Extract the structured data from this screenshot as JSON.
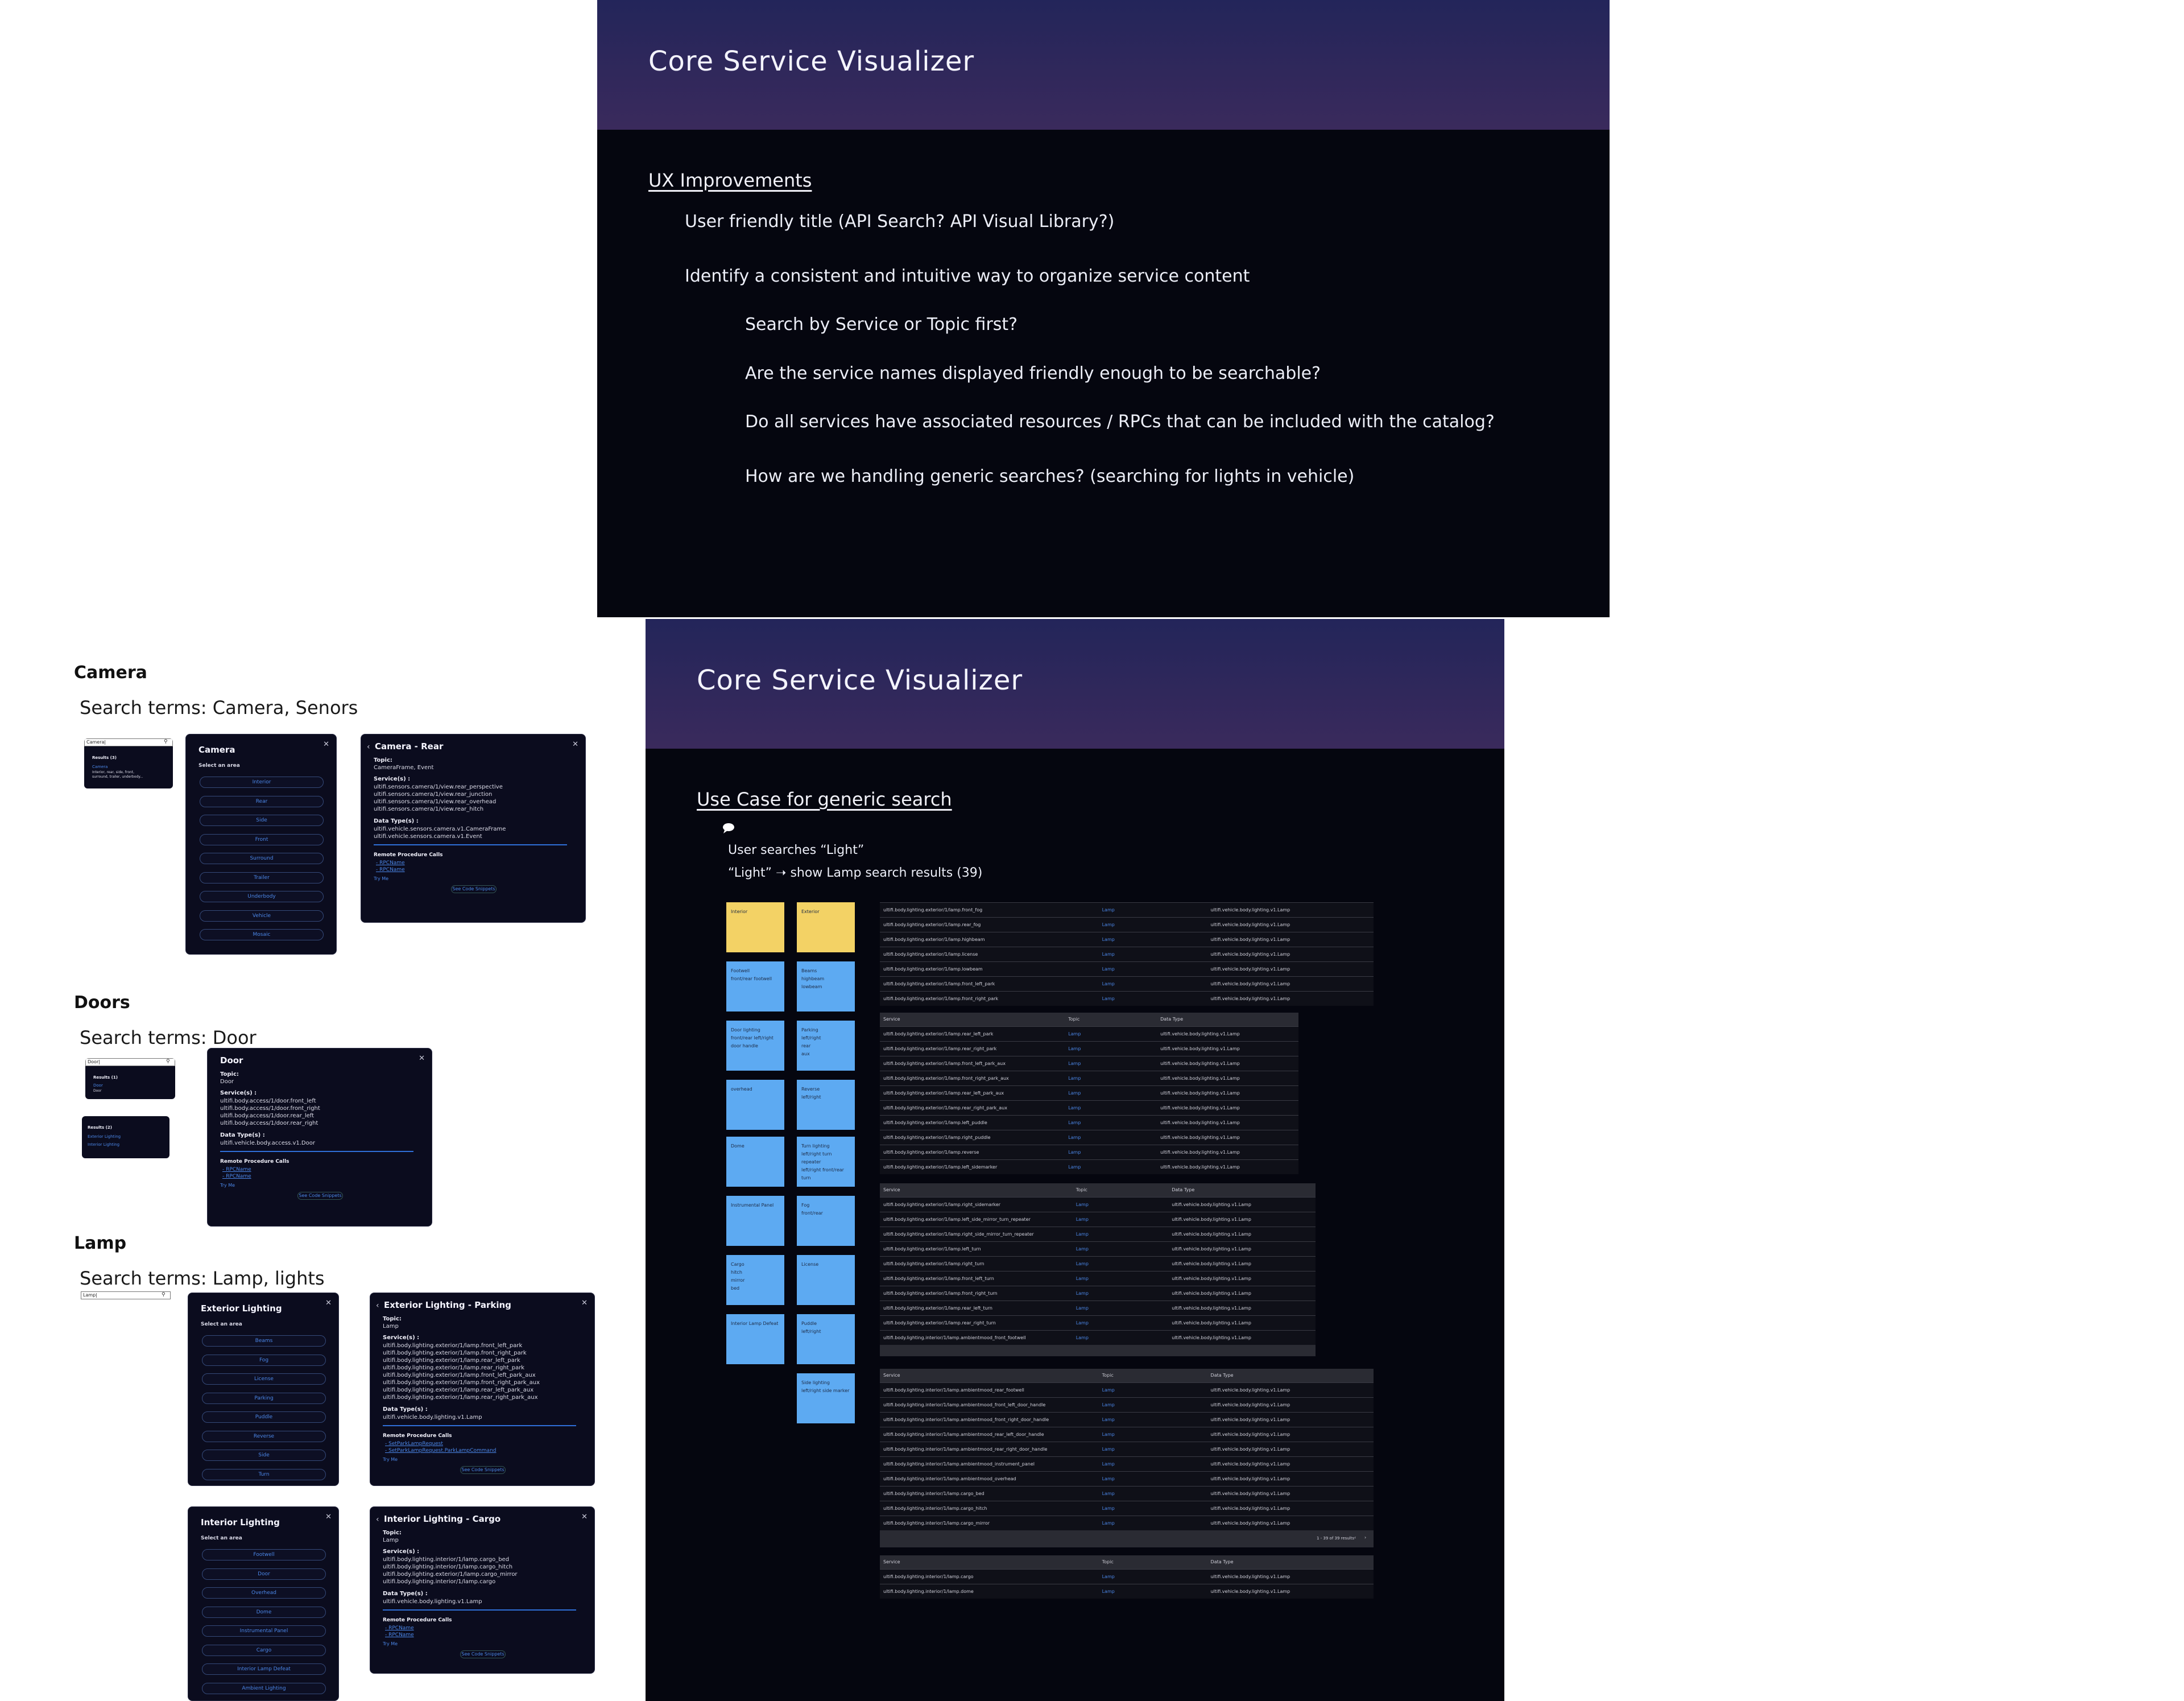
{
  "slide1": {
    "title": "Core Service Visualizer",
    "heading": "UX Improvements",
    "items": [
      "User friendly title (API Search? API Visual Library?)",
      "Identify a consistent and intuitive way to organize service content",
      "Search by Service or Topic first?",
      "Are the service names displayed friendly enough to be searchable?",
      "Do all services have associated resources / RPCs that can be included with the catalog?",
      "How are we handling generic searches? (searching for lights in vehicle)"
    ]
  },
  "slide2": {
    "title": "Core Service Visualizer",
    "heading": "Use Case for generic search",
    "bubble_icon": "speech-bubble-icon",
    "line1": "User searches “Light”",
    "line2": "“Light” ➝ show Lamp search results (39)"
  },
  "colors": {
    "yellow_sticky": "#f3d265",
    "blue_sticky": "#5daaf2",
    "link_blue": "#4b87e8",
    "header_gradient": "#23255a"
  },
  "camera": {
    "heading": "Camera",
    "terms": "Search terms: Camera, Senors",
    "search": {
      "value": "Camera|",
      "results": "Results (3)",
      "r1": "Camera",
      "r2": "Interior, rear, side, front,",
      "r3": "surround, trailer, underbody..."
    },
    "panel": {
      "title": "Camera",
      "sub": "Select an area",
      "pills": [
        "Interior",
        "Rear",
        "Side",
        "Front",
        "Surround",
        "Trailer",
        "Underbody",
        "Vehicle",
        "Mosaic"
      ]
    },
    "detail": {
      "title": "Camera - Rear",
      "topic_label": "Topic:",
      "topic": "CameraFrame, Event",
      "services_label": "Service(s) :",
      "services": [
        "ultifi.sensors.camera/1/view.rear_perspective",
        "ultifi.sensors.camera/1/view.rear_junction",
        "ultifi.sensors.camera/1/view.rear_overhead",
        "ultifi.sensors.camera/1/view.rear_hitch"
      ],
      "types_label": "Data Type(s) :",
      "types": [
        "ultifi.vehicle.sensors.camera.v1.CameraFrame",
        "ultifi.vehicle.sensors.camera.v1.Event"
      ],
      "rpc_label": "Remote Procedure Calls",
      "rpcs": [
        "- RPCName",
        "- RPCName"
      ],
      "try": "Try Me",
      "snippet": "See Code Snippets"
    }
  },
  "doors": {
    "heading": "Doors",
    "terms": "Search terms: Door",
    "search": {
      "value": "Door|",
      "results": "Results (1)",
      "r1": "Door",
      "r2": "Door"
    },
    "search2": {
      "results": "Results (2)",
      "r1": "Exterior Lighting",
      "r2": "Interior Lighting"
    },
    "detail": {
      "title": "Door",
      "topic_label": "Topic:",
      "topic": "Door",
      "services_label": "Service(s) :",
      "services": [
        "ultifi.body.access/1/door.front_left",
        "ultifi.body.access/1/door.front_right",
        "ultifi.body.access/1/door.rear_left",
        "ultifi.body.access/1/door.rear_right"
      ],
      "types_label": "Data Type(s) :",
      "types": [
        "ultifi.vehicle.body.access.v1.Door"
      ],
      "rpc_label": "Remote Procedure Calls",
      "rpcs": [
        "- RPCName",
        "- RPCName"
      ],
      "try": "Try Me",
      "snippet": "See Code Snippets"
    }
  },
  "lamp": {
    "heading": "Lamp",
    "terms": "Search terms: Lamp, lights",
    "search": {
      "value": "Lamp|"
    },
    "ext_panel": {
      "title": "Exterior Lighting",
      "sub": "Select an area",
      "pills": [
        "Beams",
        "Fog",
        "License",
        "Parking",
        "Puddle",
        "Reverse",
        "Side",
        "Turn"
      ]
    },
    "ext_detail": {
      "title": "Exterior Lighting - Parking",
      "topic_label": "Topic:",
      "topic": "Lamp",
      "services_label": "Service(s) :",
      "services": [
        "ultifi.body.lighting.exterior/1/lamp.front_left_park",
        "ultifi.body.lighting.exterior/1/lamp.front_right_park",
        "ultifi.body.lighting.exterior/1/lamp.rear_left_park",
        "ultifi.body.lighting.exterior/1/lamp.rear_right_park",
        "ultifi.body.lighting.exterior/1/lamp.front_left_park_aux",
        "ultifi.body.lighting.exterior/1/lamp.front_right_park_aux",
        "ultifi.body.lighting.exterior/1/lamp.rear_left_park_aux",
        "ultifi.body.lighting.exterior/1/lamp.rear_right_park_aux"
      ],
      "types_label": "Data Type(s) :",
      "types": [
        "ultifi.vehicle.body.lighting.v1.Lamp"
      ],
      "rpc_label": "Remote Procedure Calls",
      "rpcs": [
        "- SetParkLampRequest",
        "- SetParkLampRequest.ParkLampCommand"
      ],
      "try": "Try Me",
      "snippet": "See Code Snippets"
    },
    "int_panel": {
      "title": "Interior Lighting",
      "sub": "Select an area",
      "pills": [
        "Footwell",
        "Door",
        "Overhead",
        "Dome",
        "Instrumental Panel",
        "Cargo",
        "Interior Lamp Defeat",
        "Ambient Lighting"
      ]
    },
    "int_detail": {
      "title": "Interior Lighting - Cargo",
      "topic_label": "Topic:",
      "topic": "Lamp",
      "services_label": "Service(s) :",
      "services": [
        "ultifi.body.lighting.interior/1/lamp.cargo_bed",
        "ultifi.body.lighting.interior/1/lamp.cargo_hitch",
        "ultifi.body.lighting.exterior/1/lamp.cargo_mirror",
        "ultifi.body.lighting.interior/1/lamp.cargo"
      ],
      "types_label": "Data Type(s) :",
      "types": [
        "ultifi.vehicle.body.lighting.v1.Lamp"
      ],
      "rpc_label": "Remote Procedure Calls",
      "rpcs": [
        "- RPCName",
        "- RPCName"
      ],
      "try": "Try Me",
      "snippet": "See Code Snippets"
    }
  },
  "stickies": {
    "left": [
      {
        "text": "Interior",
        "color": "yellow"
      },
      {
        "text": "Footwell\nfront/rear footwell",
        "color": "blue"
      },
      {
        "text": "Door lighting\nfront/rear left/right\ndoor handle",
        "color": "blue"
      },
      {
        "text": "overhead",
        "color": "blue"
      },
      {
        "text": "Dome",
        "color": "blue"
      },
      {
        "text": "Instrumental Panel",
        "color": "blue"
      },
      {
        "text": "Cargo\nhitch\nmirror\nbed",
        "color": "blue"
      },
      {
        "text": "Interior Lamp Defeat",
        "color": "blue"
      }
    ],
    "right": [
      {
        "text": "Exterior",
        "color": "yellow"
      },
      {
        "text": "Beams\nhighbeam\nlowbeam",
        "color": "blue"
      },
      {
        "text": "Parking\nleft/right\nrear\naux",
        "color": "blue"
      },
      {
        "text": "Reverse\nleft/right",
        "color": "blue"
      },
      {
        "text": "Turn lighting\nleft/right turn repeater\nleft/right front/rear turn",
        "color": "blue"
      },
      {
        "text": "Fog\nfront/rear",
        "color": "blue"
      },
      {
        "text": "License",
        "color": "blue"
      },
      {
        "text": "Puddle\nleft/right",
        "color": "blue"
      },
      {
        "text": "Side lighting\nleft/right side marker",
        "color": "blue"
      }
    ]
  },
  "table_headers": [
    "Service",
    "Topic",
    "Data Type"
  ],
  "topic_value": "Lamp",
  "type_value": "ultifi.vehicle.body.lighting.v1.Lamp",
  "pagination": "1 - 39 of 39 results",
  "tables": [
    {
      "header": false,
      "rows": [
        "ultifi.body.lighting.exterior/1/lamp.front_fog",
        "ultifi.body.lighting.exterior/1/lamp.rear_fog",
        "ultifi.body.lighting.exterior/1/lamp.highbeam",
        "ultifi.body.lighting.exterior/1/lamp.license",
        "ultifi.body.lighting.exterior/1/lamp.lowbeam",
        "ultifi.body.lighting.exterior/1/lamp.front_left_park",
        "ultifi.body.lighting.exterior/1/lamp.front_right_park"
      ]
    },
    {
      "header": true,
      "rows": [
        "ultifi.body.lighting.exterior/1/lamp.rear_left_park",
        "ultifi.body.lighting.exterior/1/lamp.rear_right_park",
        "ultifi.body.lighting.exterior/1/lamp.front_left_park_aux",
        "ultifi.body.lighting.exterior/1/lamp.front_right_park_aux",
        "ultifi.body.lighting.exterior/1/lamp.rear_left_park_aux",
        "ultifi.body.lighting.exterior/1/lamp.rear_right_park_aux",
        "ultifi.body.lighting.exterior/1/lamp.left_puddle",
        "ultifi.body.lighting.exterior/1/lamp.right_puddle",
        "ultifi.body.lighting.exterior/1/lamp.reverse",
        "ultifi.body.lighting.exterior/1/lamp.left_sidemarker"
      ]
    },
    {
      "header": true,
      "rows": [
        "ultifi.body.lighting.exterior/1/lamp.right_sidemarker",
        "ultifi.body.lighting.exterior/1/lamp.left_side_mirror_turn_repeater",
        "ultifi.body.lighting.exterior/1/lamp.right_side_mirror_turn_repeater",
        "ultifi.body.lighting.exterior/1/lamp.left_turn",
        "ultifi.body.lighting.exterior/1/lamp.right_turn",
        "ultifi.body.lighting.exterior/1/lamp.front_left_turn",
        "ultifi.body.lighting.exterior/1/lamp.front_right_turn",
        "ultifi.body.lighting.exterior/1/lamp.rear_left_turn",
        "ultifi.body.lighting.exterior/1/lamp.rear_right_turn",
        "ultifi.body.lighting.interior/1/lamp.ambientmood_front_footwell"
      ]
    },
    {
      "header": true,
      "rows": [
        "ultifi.body.lighting.interior/1/lamp.ambientmood_rear_footwell",
        "ultifi.body.lighting.interior/1/lamp.ambientmood_front_left_door_handle",
        "ultifi.body.lighting.interior/1/lamp.ambientmood_front_right_door_handle",
        "ultifi.body.lighting.interior/1/lamp.ambientmood_rear_left_door_handle",
        "ultifi.body.lighting.interior/1/lamp.ambientmood_rear_right_door_handle",
        "ultifi.body.lighting.interior/1/lamp.ambientmood_instrument_panel",
        "ultifi.body.lighting.interior/1/lamp.ambientmood_overhead",
        "ultifi.body.lighting.interior/1/lamp.cargo_bed",
        "ultifi.body.lighting.interior/1/lamp.cargo_hitch",
        "ultifi.body.lighting.interior/1/lamp.cargo_mirror"
      ]
    },
    {
      "header": true,
      "rows": [
        "ultifi.body.lighting.interior/1/lamp.cargo",
        "ultifi.body.lighting.interior/1/lamp.dome"
      ]
    }
  ]
}
